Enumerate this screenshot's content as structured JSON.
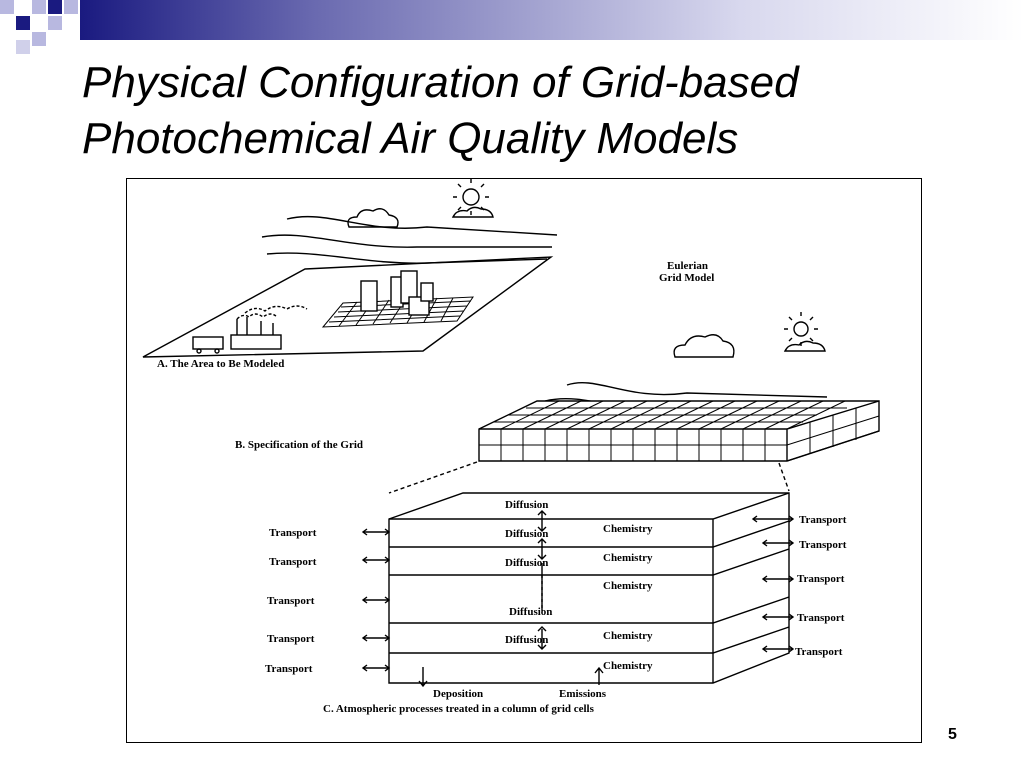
{
  "slide": {
    "title_line1": "Physical Configuration of Grid-based",
    "title_line2": "Photochemical Air Quality Models",
    "slide_number": "5",
    "accent_colors": {
      "navy": "#1a1a80",
      "lavender": "#b8b8e0"
    }
  },
  "diagram": {
    "model_title_line1": "Eulerian",
    "model_title_line2": "Grid Model",
    "panel_a_caption": "A. The Area to Be Modeled",
    "panel_b_caption": "B. Specification of the Grid",
    "panel_c_caption": "C. Atmospheric processes treated in a column of grid cells",
    "process_diffusion": "Diffusion",
    "process_chemistry": "Chemistry",
    "process_transport": "Transport",
    "bottom_deposition": "Deposition",
    "bottom_emissions": "Emissions"
  }
}
